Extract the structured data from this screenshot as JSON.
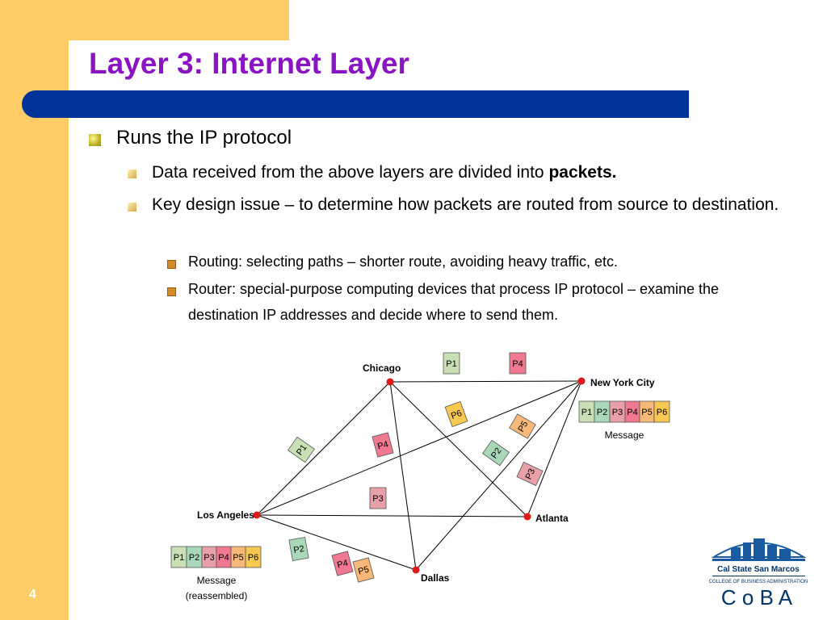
{
  "slide": {
    "title": "Layer 3: Internet Layer",
    "page_number": "4"
  },
  "bullets": {
    "l1": "Runs the IP protocol",
    "l2a_pre": "Data received from the above layers are divided into ",
    "l2a_bold": "packets.",
    "l2b": "Key design issue – to determine how packets are routed from source to destination.",
    "l3a": "Routing: selecting paths – shorter route, avoiding heavy traffic, etc.",
    "l3b": "Router: special-purpose computing devices that process IP protocol – examine the destination IP addresses and decide where to send them."
  },
  "diagram": {
    "cities": {
      "chicago": "Chicago",
      "nyc": "New York City",
      "la": "Los Angeles",
      "atlanta": "Atlanta",
      "dallas": "Dallas"
    },
    "packets": {
      "p1": "P1",
      "p2": "P2",
      "p3": "P3",
      "p4": "P4",
      "p5": "P5",
      "p6": "P6"
    },
    "message_label": "Message",
    "message_reassembled_line1": "Message",
    "message_reassembled_line2": "(reassembled)",
    "packet_colors": {
      "p1": "#c8e0b4",
      "p2": "#a8d8b8",
      "p3": "#e8a0a8",
      "p4": "#f07890",
      "p5": "#f8b878",
      "p6": "#f8c850"
    }
  },
  "logo": {
    "university": "Cal State San Marcos",
    "college": "COLLEGE OF BUSINESS ADMINISTRATION",
    "acronym": "C o B A"
  }
}
